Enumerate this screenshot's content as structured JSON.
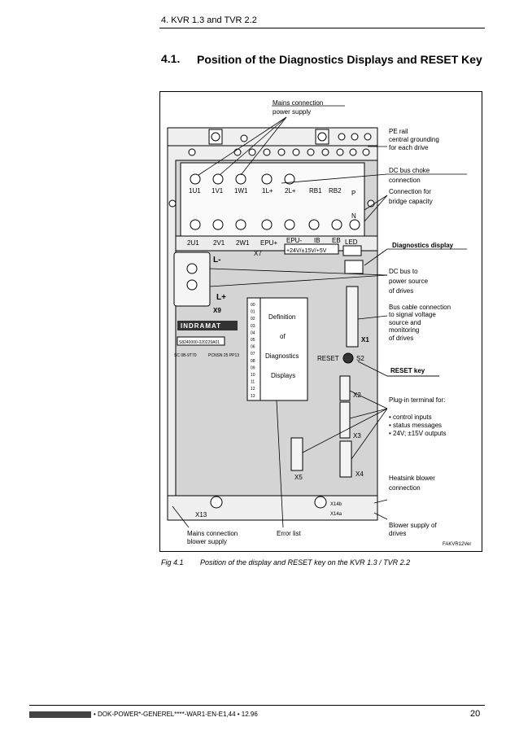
{
  "header": {
    "chapter": "4. KVR 1.3 and TVR 2.2"
  },
  "section": {
    "number": "4.1.",
    "title": "Position of the Diagnostics Displays and RESET Key"
  },
  "figure": {
    "top_labels": [
      "Mains connection",
      "power supply"
    ],
    "terminals_top": [
      "1U1",
      "1V1",
      "1W1",
      "1L+",
      "2L+",
      "RB1",
      "RB2",
      "P",
      "N"
    ],
    "terminals_bottom": [
      "2U1",
      "2V1",
      "2W1",
      "EPU+",
      "EPU-",
      "IB",
      "EB"
    ],
    "led_label": "LED",
    "voltage_label": "+24V/±15V/+5V",
    "x7": "X7",
    "l_minus": "L-",
    "l_plus": "L+",
    "x9": "X9",
    "brand": "INDRAMAT",
    "id_line1": "S8240000-020229A01",
    "id_line2": "SC 0B-9T70",
    "id_line3": "PCNSN 25 PP13",
    "diag_codes": [
      "00",
      "01",
      "02",
      "03",
      "04",
      "05",
      "06",
      "07",
      "08",
      "09",
      "10",
      "11",
      "12",
      "13"
    ],
    "diag_box": [
      "Definition",
      "of",
      "Diagnostics",
      "Displays"
    ],
    "x1": "X1",
    "reset": "RESET",
    "s2": "S2",
    "x2": "X2",
    "x3": "X3",
    "x4": "X4",
    "x5": "X5",
    "x13": "X13",
    "x14b": "X14b",
    "x14a": "X14a",
    "bottom_left_label": [
      "Mains connection",
      "blower supply"
    ],
    "error_list": "Error list",
    "right_labels": {
      "pe_rail": [
        "PE rail",
        "central grounding",
        "for each drive"
      ],
      "dc_choke": [
        "DC bus choke",
        "connection"
      ],
      "bridge": [
        "Connection for",
        "bridge capacity"
      ],
      "diag_display": "Diagnostics display",
      "dc_bus": [
        "DC bus to",
        "power source",
        "of drives"
      ],
      "bus_cable": [
        "Bus cable connection",
        "to signal voltage",
        "source and",
        "monitoring",
        "of drives"
      ],
      "reset_key": "RESET key",
      "plugin": [
        "Plug-in terminal for:",
        "• control inputs",
        "• status messages",
        "• 24V; ±15V outputs"
      ],
      "heatsink": [
        "Heatsink blower",
        "connection"
      ],
      "blower": [
        "Blower supply of",
        "drives"
      ]
    },
    "code": "FAKVR12Ver"
  },
  "caption": {
    "number": "Fig 4.1",
    "text": "Position of the display and RESET key on the KVR 1.3 / TVR 2.2"
  },
  "footer": {
    "doc": "• DOK-POWER*-GENEREL****-WAR1-EN-E1,44 • 12.96",
    "page": "20"
  }
}
